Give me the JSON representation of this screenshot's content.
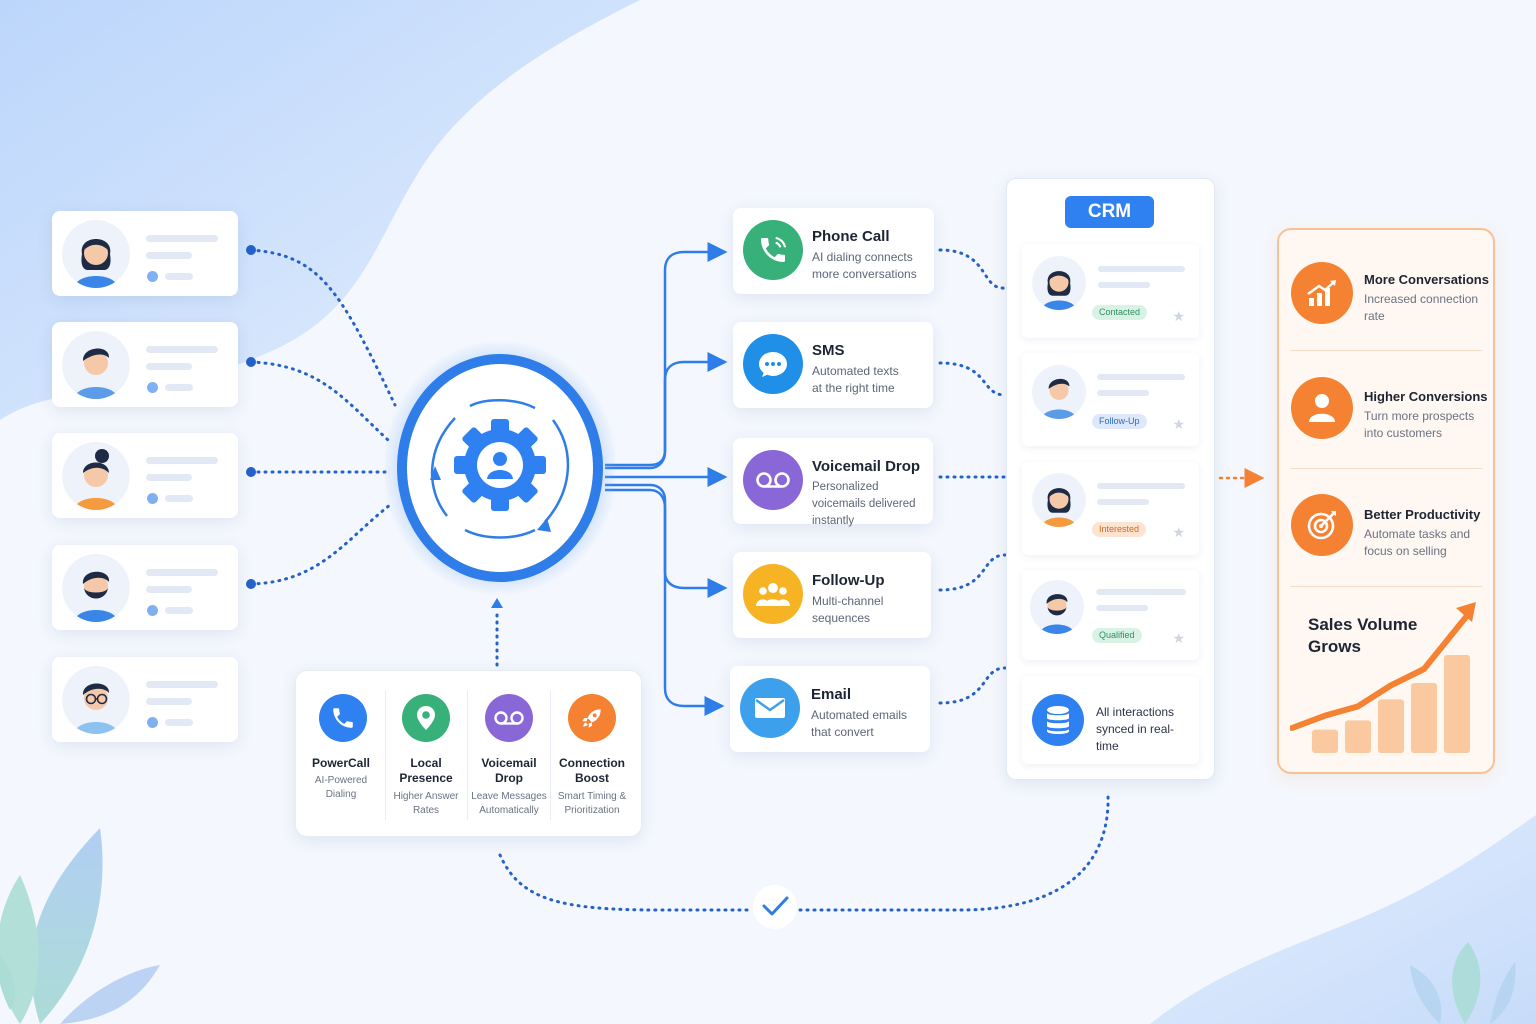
{
  "colors": {
    "primary_blue": "#2f80f0",
    "hub_ring": "#2f7de8",
    "phone_green": "#38b079",
    "sms_blue": "#1f8fe8",
    "voicemail_purple": "#8a67d6",
    "followup_yellow": "#f6b425",
    "email_blue": "#3ca0ec",
    "result_orange": "#f58233",
    "pill_green": "#d8f2e6",
    "pill_blue": "#dde9fb",
    "pill_orange": "#fde3d0"
  },
  "leads": [
    {
      "avatar": "woman-dark-hair-icon",
      "shirt": "#3a86e8"
    },
    {
      "avatar": "man-dark-hair-icon",
      "shirt": "#5b9be8"
    },
    {
      "avatar": "woman-bun-icon",
      "shirt": "#f69a40"
    },
    {
      "avatar": "man-beard-icon",
      "shirt": "#3a86e8"
    },
    {
      "avatar": "man-glasses-icon",
      "shirt": "#8cc2ef"
    }
  ],
  "hub": {
    "icon": "gear-user-icon"
  },
  "features": [
    {
      "title": "PowerCall",
      "desc": "AI-Powered Dialing",
      "icon": "phone-icon",
      "color": "#2f80f0"
    },
    {
      "title": "Local Presence",
      "desc": "Higher Answer Rates",
      "icon": "location-pin-icon",
      "color": "#38b079"
    },
    {
      "title": "Voicemail Drop",
      "desc": "Leave Messages Automatically",
      "icon": "voicemail-icon",
      "color": "#8a67d6"
    },
    {
      "title": "Connection Boost",
      "desc": "Smart Timing & Prioritization",
      "icon": "rocket-icon",
      "color": "#f58233"
    }
  ],
  "channels": [
    {
      "title": "Phone Call",
      "desc": "AI dialing connects more conversations",
      "icon": "phone-icon",
      "color": "#38b079"
    },
    {
      "title": "SMS",
      "desc": "Automated texts at the right time",
      "icon": "chat-bubble-icon",
      "color": "#1f8fe8"
    },
    {
      "title": "Voicemail Drop",
      "desc": "Personalized voicemails delivered instantly",
      "icon": "voicemail-icon",
      "color": "#8a67d6"
    },
    {
      "title": "Follow-Up",
      "desc": "Multi-channel sequences",
      "icon": "group-icon",
      "color": "#f6b425"
    },
    {
      "title": "Email",
      "desc": "Automated emails that convert",
      "icon": "envelope-icon",
      "color": "#3ca0ec"
    }
  ],
  "crm": {
    "title": "CRM",
    "contacts": [
      {
        "status": "Contacted",
        "pill_bg": "#d8f2e6",
        "pill_fg": "#2f8f63",
        "avatar": "woman-dark-hair-icon"
      },
      {
        "status": "Follow-Up",
        "pill_bg": "#dde9fb",
        "pill_fg": "#2d69c4",
        "avatar": "man-dark-hair-icon"
      },
      {
        "status": "Interested",
        "pill_bg": "#fde3d0",
        "pill_fg": "#d36a22",
        "avatar": "woman-bun-icon"
      },
      {
        "status": "Qualified",
        "pill_bg": "#d8f2e6",
        "pill_fg": "#2f8f63",
        "avatar": "man-beard-icon"
      }
    ],
    "sync_text": "All interactions synced in real-time",
    "sync_icon": "database-icon"
  },
  "results": [
    {
      "title": "More Conversations",
      "desc": "Increased connection rate",
      "icon": "bar-chart-up-icon"
    },
    {
      "title": "Higher Conversions",
      "desc": "Turn more prospects into customers",
      "icon": "user-icon"
    },
    {
      "title": "Better Productivity",
      "desc": "Automate tasks and focus on selling",
      "icon": "target-icon"
    }
  ],
  "sales_chart": {
    "title": "Sales Volume Grows",
    "bars": [
      1,
      1.4,
      2.3,
      3.0,
      4.2
    ],
    "max": 4.5
  }
}
